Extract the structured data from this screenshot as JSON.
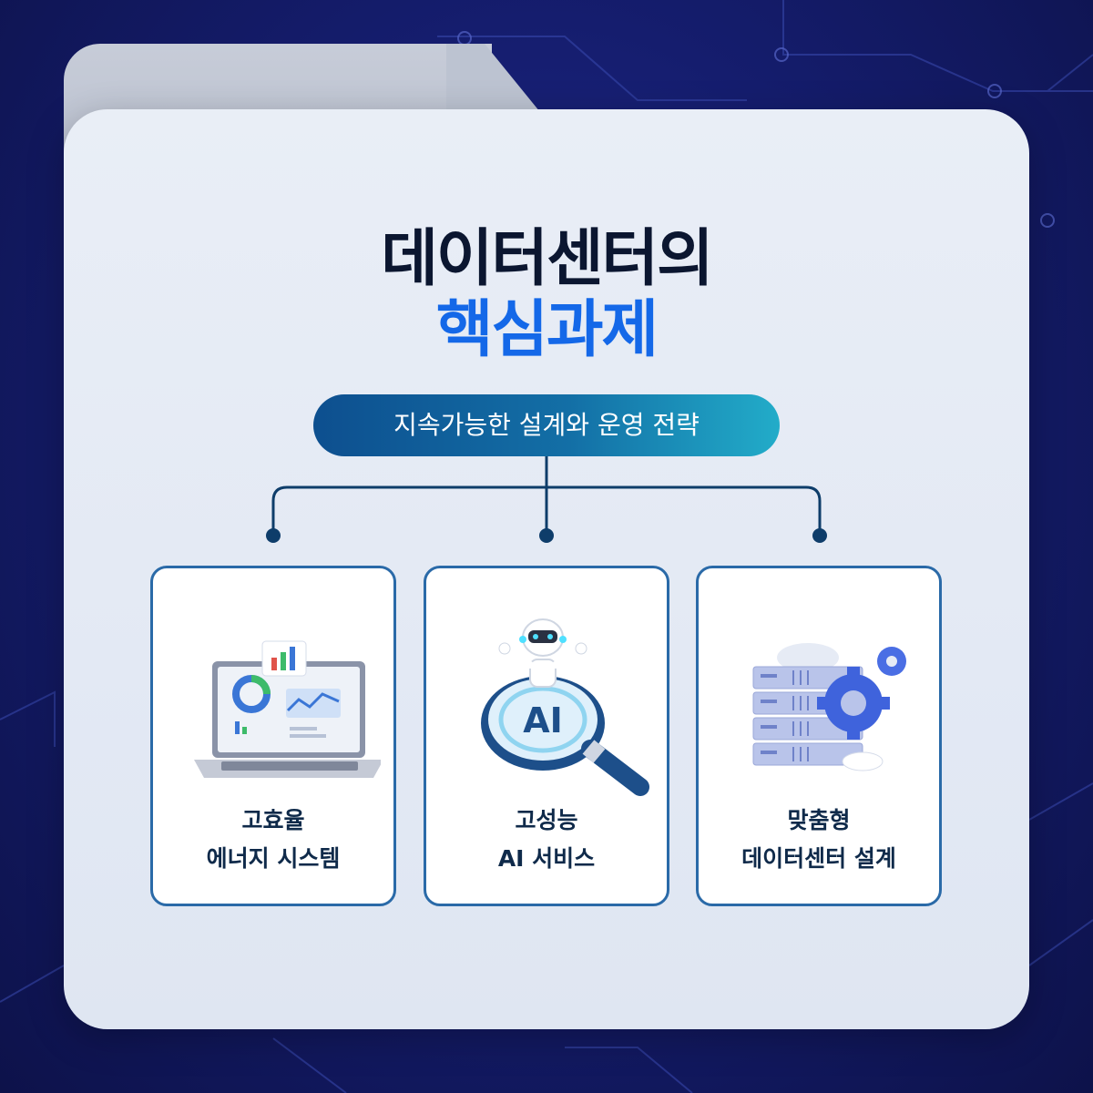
{
  "title": {
    "line1": "데이터센터의",
    "line2": "핵심과제"
  },
  "subtitle": "지속가능한 설계와 운영 전략",
  "cards": [
    {
      "line1": "고효율",
      "line2": "에너지 시스템",
      "icon": "laptop-dashboard-icon"
    },
    {
      "line1": "고성능",
      "line2": "AI 서비스",
      "icon": "ai-robot-magnifier-icon"
    },
    {
      "line1": "맞춤형",
      "line2": "데이터센터 설계",
      "icon": "server-gear-icon"
    }
  ],
  "ai_badge": "AI",
  "colors": {
    "accent": "#1468e8",
    "navy": "#0d124a",
    "card_border": "#2a6aa8"
  }
}
